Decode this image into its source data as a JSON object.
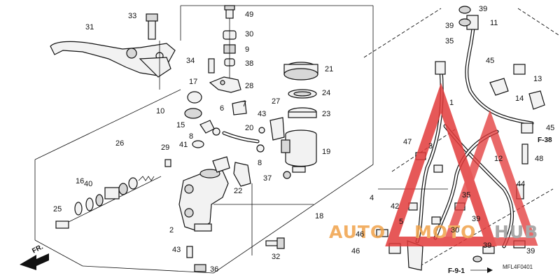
{
  "callouts": [
    {
      "id": "c33",
      "text": "33"
    },
    {
      "id": "c31",
      "text": "31"
    },
    {
      "id": "c49",
      "text": "49"
    },
    {
      "id": "c30",
      "text": "30"
    },
    {
      "id": "c9",
      "text": "9"
    },
    {
      "id": "c34",
      "text": "34"
    },
    {
      "id": "c38",
      "text": "38"
    },
    {
      "id": "c17",
      "text": "17"
    },
    {
      "id": "c28",
      "text": "28"
    },
    {
      "id": "c21",
      "text": "21"
    },
    {
      "id": "c24",
      "text": "24"
    },
    {
      "id": "c27",
      "text": "27"
    },
    {
      "id": "c23",
      "text": "23"
    },
    {
      "id": "c10",
      "text": "10"
    },
    {
      "id": "c6",
      "text": "6"
    },
    {
      "id": "c7",
      "text": "7"
    },
    {
      "id": "c43a",
      "text": "43"
    },
    {
      "id": "c15",
      "text": "15"
    },
    {
      "id": "c8a",
      "text": "8"
    },
    {
      "id": "c20",
      "text": "20"
    },
    {
      "id": "c41",
      "text": "41"
    },
    {
      "id": "c26",
      "text": "26"
    },
    {
      "id": "c29",
      "text": "29"
    },
    {
      "id": "c19",
      "text": "19"
    },
    {
      "id": "c8b",
      "text": "8"
    },
    {
      "id": "c16",
      "text": "16"
    },
    {
      "id": "c40",
      "text": "40"
    },
    {
      "id": "c22",
      "text": "22"
    },
    {
      "id": "c37",
      "text": "37"
    },
    {
      "id": "c25",
      "text": "25"
    },
    {
      "id": "c18",
      "text": "18"
    },
    {
      "id": "c2",
      "text": "2"
    },
    {
      "id": "c43b",
      "text": "43"
    },
    {
      "id": "c32",
      "text": "32"
    },
    {
      "id": "c36",
      "text": "36"
    },
    {
      "id": "c39a",
      "text": "39"
    },
    {
      "id": "c39b",
      "text": "39"
    },
    {
      "id": "c11",
      "text": "11"
    },
    {
      "id": "c35a",
      "text": "35"
    },
    {
      "id": "c1",
      "text": "1"
    },
    {
      "id": "c45a",
      "text": "45"
    },
    {
      "id": "c13",
      "text": "13"
    },
    {
      "id": "c14",
      "text": "14"
    },
    {
      "id": "c45b",
      "text": "45"
    },
    {
      "id": "c47",
      "text": "47"
    },
    {
      "id": "c3",
      "text": "3"
    },
    {
      "id": "c12",
      "text": "12"
    },
    {
      "id": "c48",
      "text": "48"
    },
    {
      "id": "c44",
      "text": "44"
    },
    {
      "id": "c4",
      "text": "4"
    },
    {
      "id": "c35b",
      "text": "35"
    },
    {
      "id": "c42",
      "text": "42"
    },
    {
      "id": "c39c",
      "text": "39"
    },
    {
      "id": "c5",
      "text": "5"
    },
    {
      "id": "c30b",
      "text": "30"
    },
    {
      "id": "c46a",
      "text": "46"
    },
    {
      "id": "c46b",
      "text": "46"
    },
    {
      "id": "c39d",
      "text": "39"
    },
    {
      "id": "c39e",
      "text": "39"
    }
  ],
  "references": {
    "f38": "F-38",
    "f91": "F-9-1",
    "fr": "FR."
  },
  "diagram_code": "MFL4F0401",
  "watermark": {
    "brand_left": "AUTO",
    "brand_mid": "MOTO",
    "brand_right": "HUB",
    "color_red": "#e23b3b",
    "color_orange": "#f0a24a"
  }
}
